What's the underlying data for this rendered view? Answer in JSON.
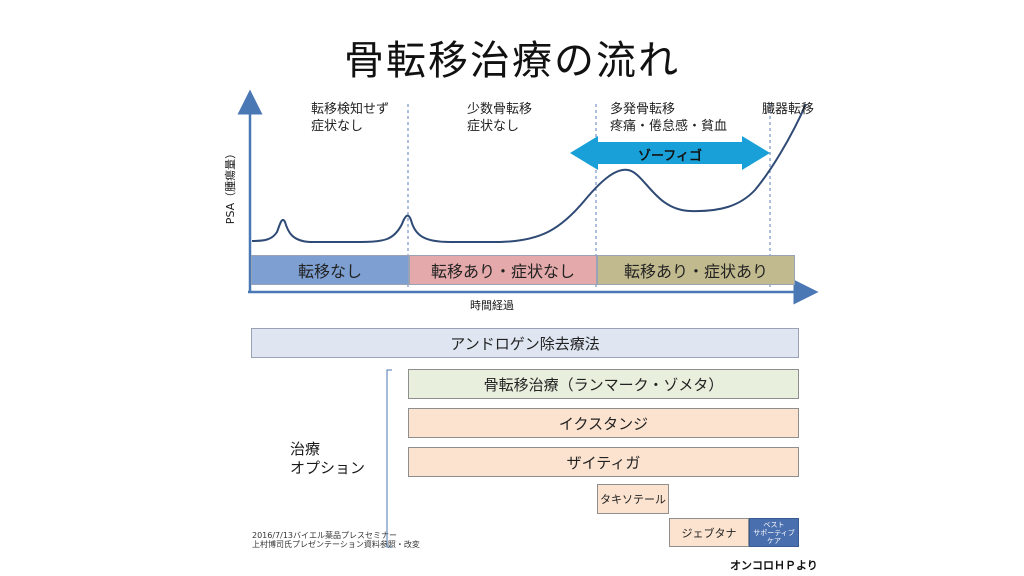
{
  "title": "骨転移治療の流れ",
  "chart": {
    "y_axis_label": "PSA（腫瘍量）",
    "x_axis_label": "時間経過",
    "phases": [
      {
        "label": "転移検知せず\n症状なし"
      },
      {
        "label": "少数骨転移\n症状なし"
      },
      {
        "label": "多発骨転移\n疼痛・倦怠感・貧血"
      },
      {
        "label": "臓器転移"
      }
    ],
    "arrow_label": "ゾーフィゴ",
    "stages": [
      {
        "label": "転移なし",
        "color": "#7d9fd1"
      },
      {
        "label": "転移あり・症状なし",
        "color": "#e4a9aa"
      },
      {
        "label": "転移あり・症状あり",
        "color": "#c2ba8f"
      }
    ]
  },
  "therapies": {
    "adt": "アンドロゲン除去療法",
    "group_label": "治療\nオプション",
    "items": {
      "bone": "骨転移治療（ランマーク・ゾメタ）",
      "xtandi": "イクスタンジ",
      "zytiga": "ザイティガ",
      "taxotere": "タキソテール",
      "jevtana": "ジェブタナ",
      "bsc": "ベスト\nサポーティブ\nケア"
    }
  },
  "source_note": "2016/7/13バイエル薬品プレスセミナー\n上村博司氏プレゼンテーション資料参照・改変",
  "credit": "オンコロＨＰより",
  "colors": {
    "axis": "#4a78b5",
    "curve": "#2f4a75",
    "arrow": "#1aa0d8",
    "adt_fill": "#dfe6f1",
    "bone_fill": "#e8efdc",
    "option_fill": "#fbe3d0",
    "bsc_fill": "#4a6fae"
  }
}
